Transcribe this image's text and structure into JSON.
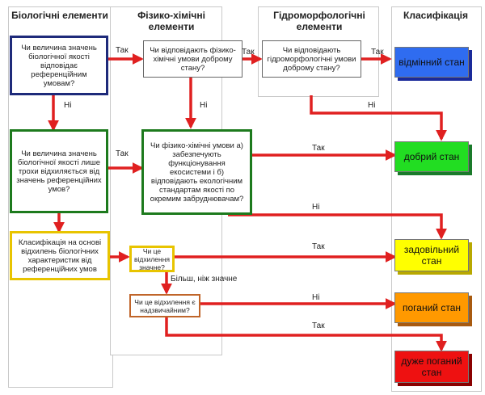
{
  "headers": {
    "bio": "Біологічні елементи",
    "physchem": "Фізико-хімічні елементи",
    "hydro": "Гідроморфологічні елементи",
    "classif": "Класифікація"
  },
  "boxes": {
    "bio_q1": "Чи величина значень біологічної якості відповідає референційним умовам?",
    "phys_q1": "Чи відповідають фізико-хімічні умови доброму стану?",
    "hydro_q1": "Чи відповідають гідроморфологічні умови доброму стану?",
    "bio_q2": "Чи величина значень біологічної якості лише трохи відхиляється від значень референційних умов?",
    "phys_q2": "Чи фізико-хімічні умови а) забезпечують функціонування екосистеми і б) відповідають екологічним стандартам якості по окремим забруднювачам?",
    "bio_classify": "Класифікація на основі відхилень біологічних характеристик від референційних умов",
    "dev_significant": "Чи це відхилення значне?",
    "dev_large": "Чи це відхилення є надзвичайним?"
  },
  "classes": {
    "high": "відмінний стан",
    "good": "добрий стан",
    "moderate": "задовільний стан",
    "poor": "поганий стан",
    "bad": "дуже поганий стан"
  },
  "class_colors": {
    "high": "#2f6cf0",
    "good": "#22dd22",
    "moderate": "#ffff00",
    "poor": "#ff9900",
    "bad": "#ee1111"
  },
  "labels": {
    "yes": "Так",
    "no": "Ні",
    "greater": "Більш, ніж значне"
  }
}
